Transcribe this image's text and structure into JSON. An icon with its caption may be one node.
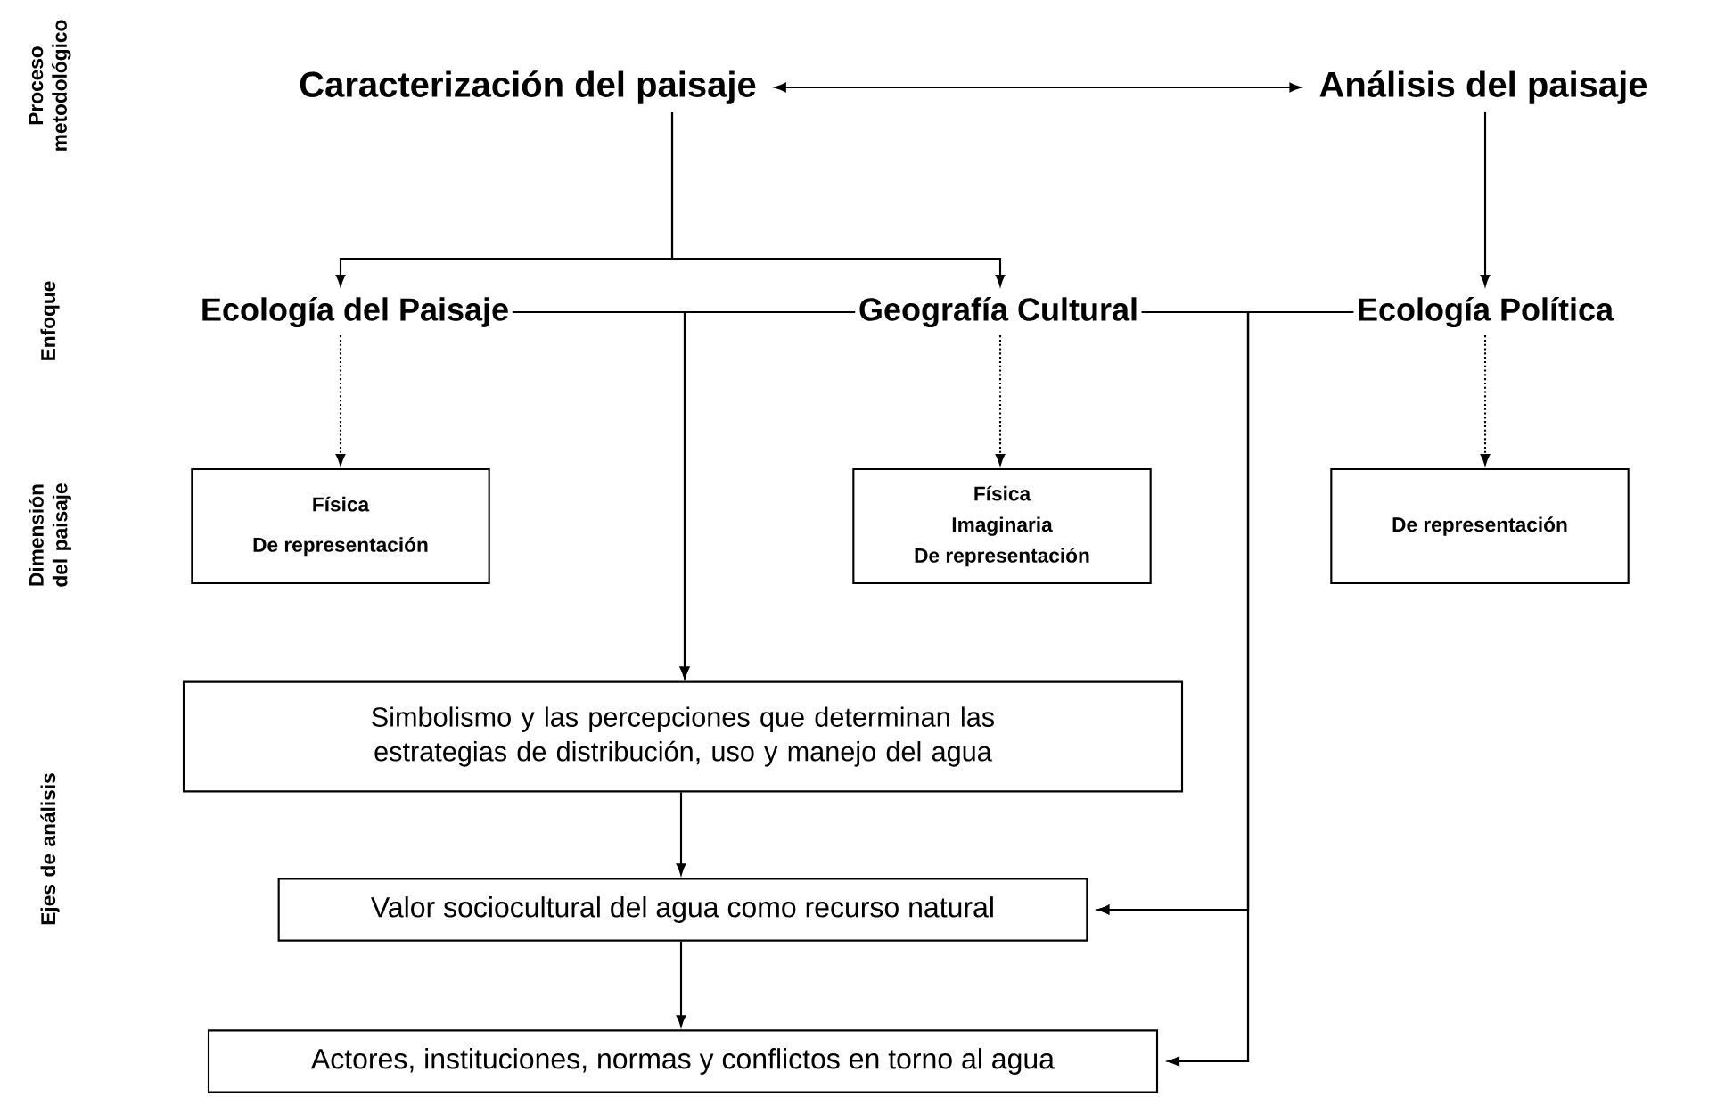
{
  "diagram": {
    "nodes": [
      {
        "text": [
          "Caracterización del paisaje"
        ]
      },
      {
        "text": [
          "Análisis del paisaje"
        ]
      },
      {
        "text": [
          "Ecología del Paisaje"
        ]
      },
      {
        "text": [
          "Geografía Cultural"
        ]
      },
      {
        "text": [
          "Ecología Política"
        ]
      },
      {
        "text": [
          "Física",
          "De representación"
        ]
      },
      {
        "text": [
          "Física",
          "Imaginaria",
          "De representación"
        ]
      },
      {
        "text": [
          "De representación"
        ]
      },
      {
        "text": [
          "Simbolismo y las percepciones que determinan las estrategias de distribución, uso y manejo del agua"
        ]
      },
      {
        "text": [
          "Valor sociocultural del agua como recurso natural"
        ]
      },
      {
        "text": [
          "Actores, instituciones, normas y conflictos en torno al agua"
        ]
      }
    ],
    "edges": [
      {
        "from": 0,
        "to": 1,
        "arrow": "both"
      },
      {
        "from": 0,
        "to": 2,
        "arrow": "to"
      },
      {
        "from": 0,
        "to": 3,
        "arrow": "to"
      },
      {
        "from": 1,
        "to": 4,
        "arrow": "to"
      },
      {
        "from": 2,
        "to": 5,
        "arrow": "to",
        "style": "dashed"
      },
      {
        "from": 3,
        "to": 6,
        "arrow": "to",
        "style": "dashed"
      },
      {
        "from": 4,
        "to": 7,
        "arrow": "to",
        "style": "dashed"
      },
      {
        "from": 2,
        "to": 8,
        "arrow": "to"
      },
      {
        "from": 3,
        "to": 8,
        "arrow": "to"
      },
      {
        "from": 3,
        "to": 9,
        "arrow": "to"
      },
      {
        "from": 4,
        "to": 9,
        "arrow": "to"
      },
      {
        "from": 3,
        "to": 10,
        "arrow": "to"
      },
      {
        "from": 4,
        "to": 10,
        "arrow": "to"
      },
      {
        "from": 8,
        "to": 9,
        "arrow": "to"
      },
      {
        "from": 9,
        "to": 10,
        "arrow": "to"
      }
    ],
    "labels": [
      "Proceso metodológico",
      "Enfoque",
      "Dimensión del paisaje",
      "Ejes de análisis"
    ]
  }
}
